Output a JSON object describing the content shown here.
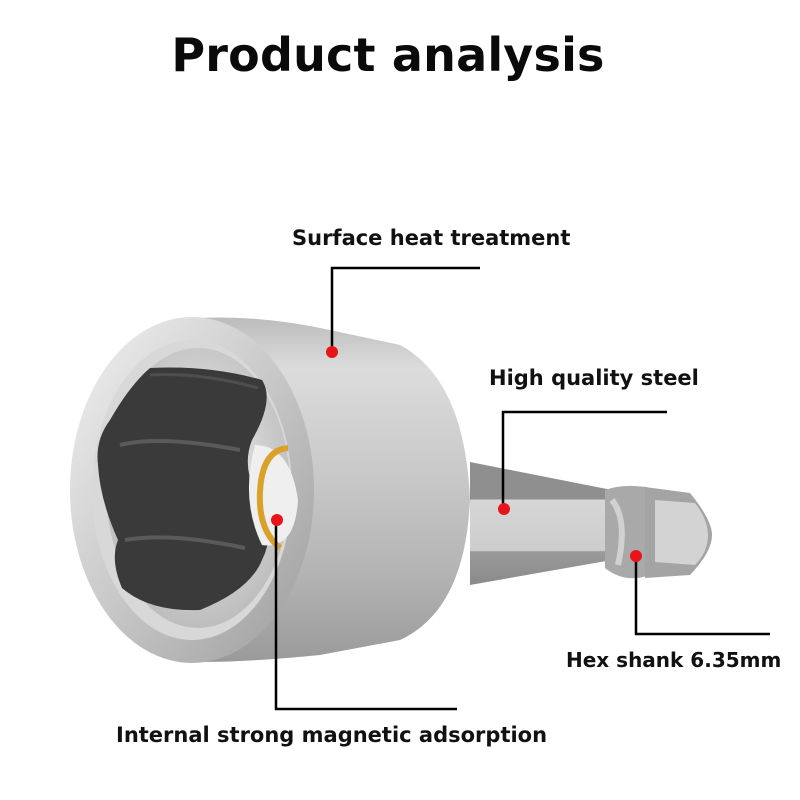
{
  "title": "Product analysis",
  "callouts": [
    {
      "id": "surface",
      "label": "Surface heat treatment"
    },
    {
      "id": "steel",
      "label": "High quality steel"
    },
    {
      "id": "hex",
      "label": "Hex shank 6.35mm"
    },
    {
      "id": "magnet",
      "label": "Internal strong magnetic adsorption"
    }
  ],
  "colors": {
    "marker_dot": "#e8141b",
    "leader_line": "#000000",
    "steel_light": "#e4e4e4",
    "steel_dark": "#8e8e8e",
    "hex_socket": "#3a3a3a",
    "magnet_ring": "#d9a02a"
  }
}
